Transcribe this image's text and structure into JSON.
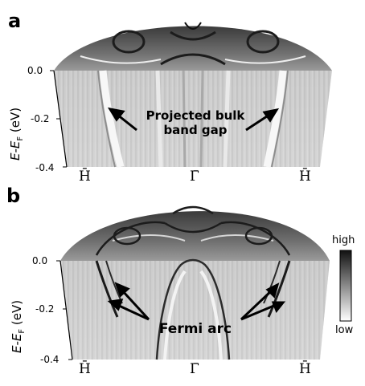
{
  "panels": [
    {
      "letter": "a",
      "yaxis": {
        "label_pre": "E-E",
        "label_sub": "F",
        "label_post": " (eV)",
        "ticks": [
          "0.0",
          "-0.2",
          "-0.4"
        ]
      },
      "kpoints": [
        "H̄",
        "Γ̄",
        "H̄"
      ],
      "annotation": [
        "Projected bulk",
        "band gap"
      ]
    },
    {
      "letter": "b",
      "yaxis": {
        "label_pre": "E-E",
        "label_sub": "F",
        "label_post": " (eV)",
        "ticks": [
          "0.0",
          "-0.2",
          "-0.4"
        ]
      },
      "kpoints": [
        "H̄",
        "Γ̄",
        "H̄"
      ],
      "annotation": [
        "Fermi arc"
      ]
    }
  ],
  "colorbar": {
    "high": "high",
    "low": "low"
  },
  "colors": {
    "ink": "#000000",
    "dark": "#2b2b2b",
    "mid": "#b9b9b9",
    "light": "#e6e6e6"
  }
}
